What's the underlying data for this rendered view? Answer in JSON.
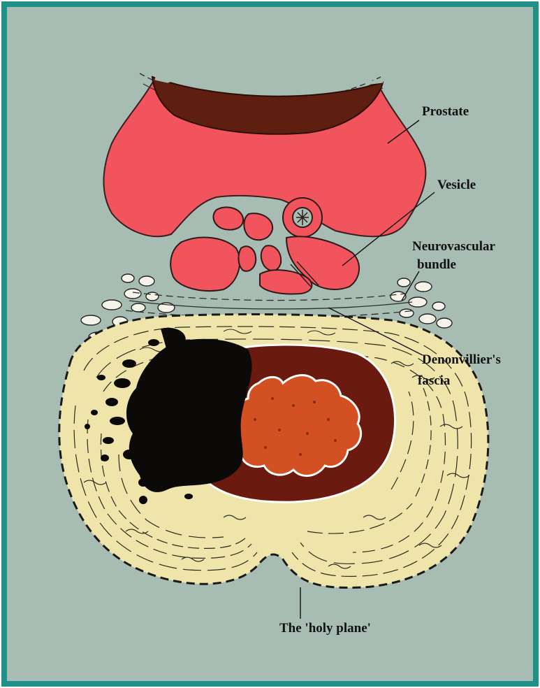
{
  "colors": {
    "frame": "#1f9189",
    "background": "#a7bcb2",
    "prostate": "#f2545d",
    "urethra": "#5e1f10",
    "rectal_wall": "#efe4aa",
    "rectal_mucosa": "#6a1a0e",
    "lumen": "#d35022",
    "tumour": "#0c0909",
    "ink": "#111111"
  },
  "labels": {
    "prostate": "Prostate",
    "vesicle": "Vesicle",
    "nvb_line1": "Neurovascular",
    "nvb_line2": "bundle",
    "denon_line1": "Denonvillier's",
    "denon_line2": "fascia",
    "holy_plane": "The 'holy plane'"
  },
  "icons": {
    "urethra": "urethra-icon",
    "tumour": "tumour-blot-icon"
  }
}
